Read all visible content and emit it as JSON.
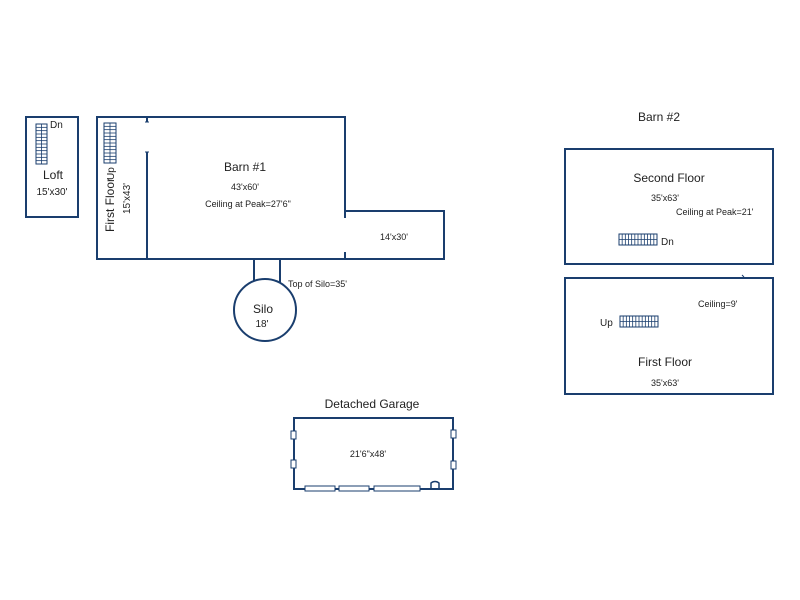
{
  "loft": {
    "name": "Loft",
    "size": "15'x30'",
    "stair_label": "Dn"
  },
  "first_floor": {
    "name": "First Floor",
    "size": "15'x43'",
    "stair_label": "Up"
  },
  "barn1": {
    "name": "Barn #1",
    "size": "43'x60'",
    "ceiling": "Ceiling at Peak=27'6\""
  },
  "annex": {
    "size": "14'x30'"
  },
  "silo": {
    "name": "Silo",
    "size": "18'",
    "top": "Top of Silo=35'"
  },
  "garage": {
    "title": "Detached Garage",
    "size": "21'6\"x48'"
  },
  "barn2": {
    "title": "Barn #2",
    "second_floor": {
      "name": "Second Floor",
      "size": "35'x63'",
      "ceiling": "Ceiling at Peak=21'",
      "stair_label": "Dn"
    },
    "first_floor": {
      "name": "First Floor",
      "size": "35'x63'",
      "ceiling": "Ceiling=9'",
      "stair_label": "Up"
    }
  },
  "colors": {
    "wall": "#1a3e6e",
    "background": "#ffffff"
  }
}
